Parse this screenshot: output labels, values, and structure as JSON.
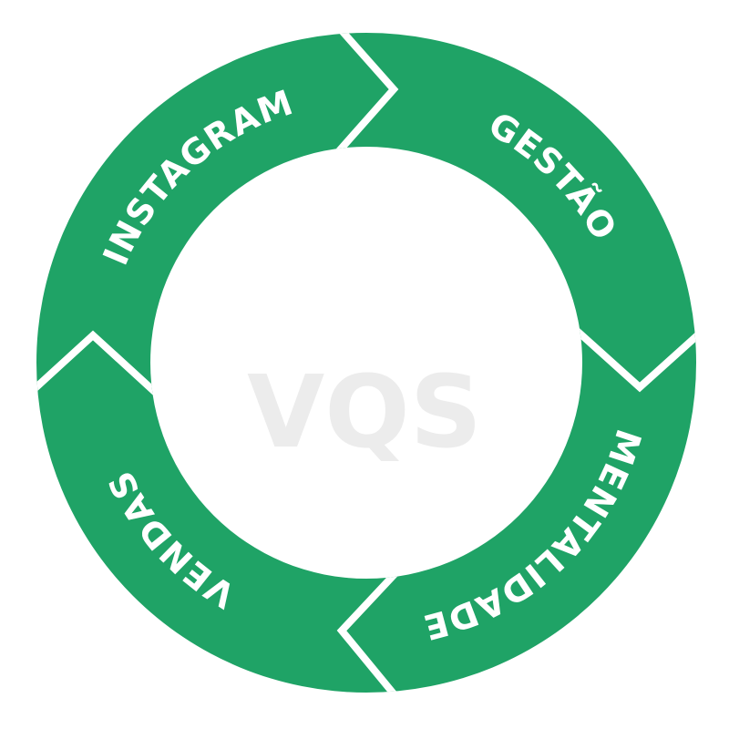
{
  "diagram": {
    "center_label": "VQS",
    "ring_color": "#1fa366",
    "segments": [
      {
        "label": "INSTAGRAM",
        "angle_deg": 318
      },
      {
        "label": "GESTÃO",
        "angle_deg": 45
      },
      {
        "label": "MENTALIDADE",
        "angle_deg": 136
      },
      {
        "label": "VENDAS",
        "angle_deg": 228
      }
    ]
  }
}
